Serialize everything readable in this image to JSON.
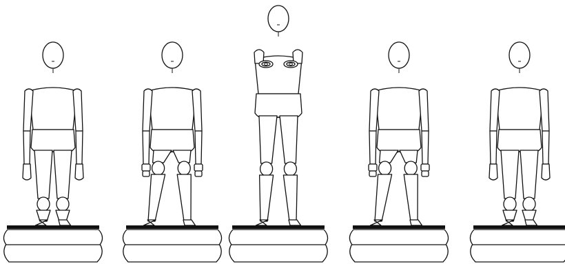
{
  "figures": [
    {
      "id": "figure-1",
      "pose": "arms-down-hands-open"
    },
    {
      "id": "figure-2",
      "pose": "arms-down-fists"
    },
    {
      "id": "figure-3",
      "pose": "arms-raised-forward"
    },
    {
      "id": "figure-4",
      "pose": "arms-down-fists"
    },
    {
      "id": "figure-5",
      "pose": "arms-down-hands-open"
    }
  ],
  "colors": {
    "stroke": "#111111",
    "fill": "#ffffff",
    "plate": "#111111"
  }
}
